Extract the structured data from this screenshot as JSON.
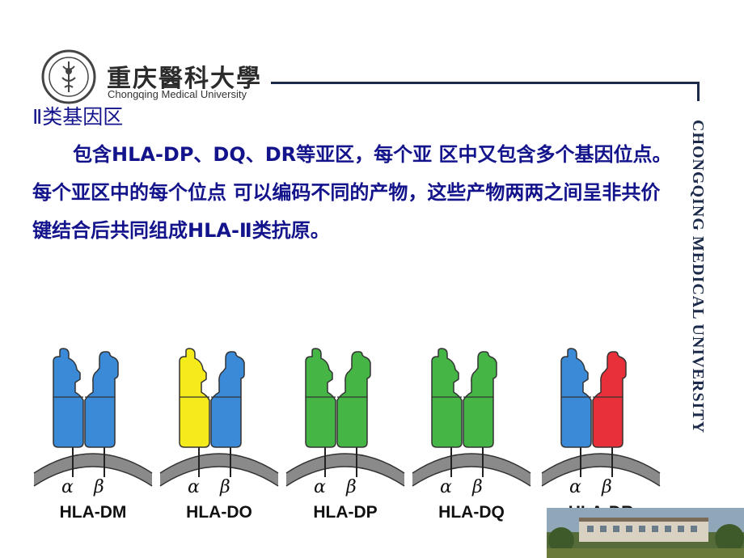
{
  "header": {
    "university_cn": "重庆醫科大學",
    "university_en": "Chongqing Medical University",
    "side_text": "CHONGQING MEDICAL UNIVERSITY"
  },
  "content": {
    "section_title": "Ⅱ类基因区",
    "paragraph": "包含HLA-DP、DQ、DR等亚区，每个亚 区中又包含多个基因位点。每个亚区中的每个位点 可以编码不同的产物，这些产物两两之间呈非共价键结合后共同组成HLA-Ⅱ类抗原。"
  },
  "figure": {
    "molecules": [
      {
        "name": "HLA-DM",
        "alpha_color": "#3a8ad8",
        "beta_color": "#3a8ad8"
      },
      {
        "name": "HLA-DO",
        "alpha_color": "#f5ea1c",
        "beta_color": "#3a8ad8"
      },
      {
        "name": "HLA-DP",
        "alpha_color": "#45b545",
        "beta_color": "#45b545"
      },
      {
        "name": "HLA-DQ",
        "alpha_color": "#45b545",
        "beta_color": "#45b545"
      },
      {
        "name": "HLA-DR",
        "alpha_color": "#3a8ad8",
        "beta_color": "#e8303a"
      }
    ],
    "alpha_symbol": "α",
    "beta_symbol": "β"
  }
}
